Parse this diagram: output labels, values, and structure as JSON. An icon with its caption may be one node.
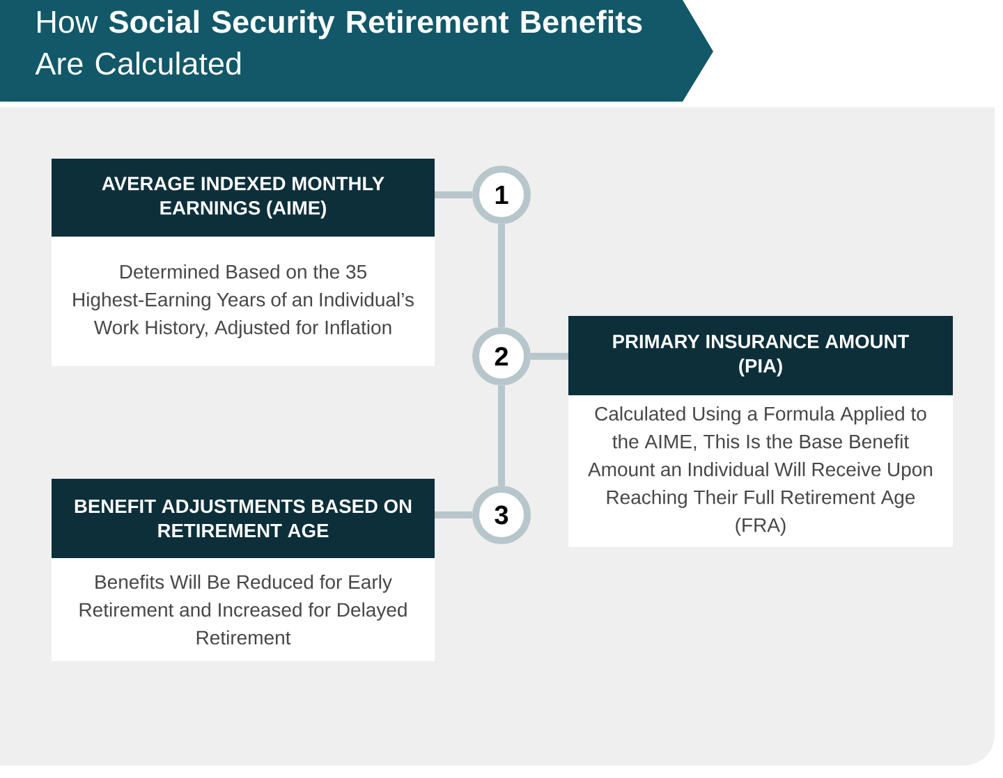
{
  "diagram": {
    "title": "How **Social Security Retirement Benefits** Are Calculated",
    "nodes": [
      {
        "text": [
          "AVERAGE INDEXED MONTHLY EARNINGS (AIME)",
          "Determined Based on the 35 Highest-Earning Years of an Individual’s Work History, Adjusted for Inflation"
        ]
      },
      {
        "text": [
          "1"
        ]
      },
      {
        "text": [
          "2"
        ]
      },
      {
        "text": [
          "PRIMARY INSURANCE AMOUNT (PIA)",
          "Calculated Using a Formula Applied to the AIME, This Is the Base Benefit Amount an Individual Will Receive Upon Reaching Their Full Retirement Age (FRA)"
        ]
      },
      {
        "text": [
          "3"
        ]
      },
      {
        "text": [
          "BENEFIT ADJUSTMENTS BASED ON RETIREMENT AGE",
          "Benefits Will Be Reduced for Early Retirement and Increased for Delayed Retirement"
        ]
      }
    ],
    "edges": [
      {
        "from": 0,
        "to": 1,
        "arrow": "none"
      },
      {
        "from": 1,
        "to": 2,
        "arrow": "none"
      },
      {
        "from": 2,
        "to": 3,
        "arrow": "none"
      },
      {
        "from": 2,
        "to": 4,
        "arrow": "none"
      },
      {
        "from": 4,
        "to": 5,
        "arrow": "none"
      }
    ]
  }
}
